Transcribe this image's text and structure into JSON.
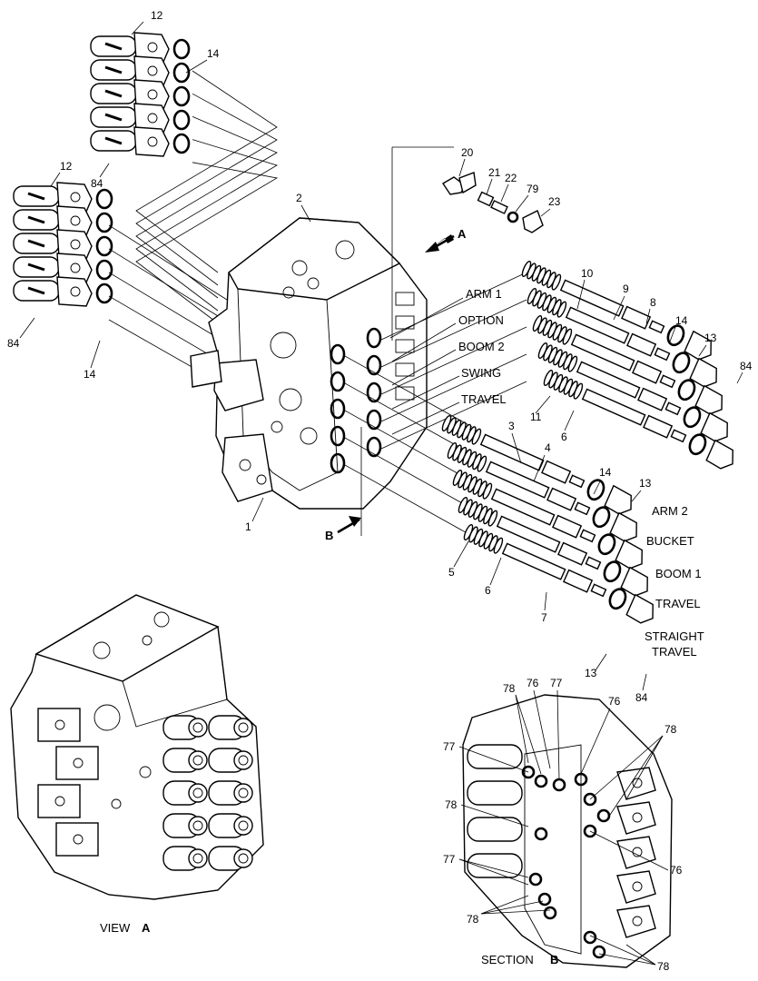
{
  "callouts": {
    "n12a": "12",
    "n14a": "14",
    "n84a": "84",
    "n12b": "12",
    "n84b": "84",
    "n14b": "14",
    "n2": "2",
    "n1": "1",
    "n20": "20",
    "n21": "21",
    "n22": "22",
    "n79": "79",
    "n23": "23",
    "n10": "10",
    "n9": "9",
    "n8": "8",
    "n14c": "14",
    "n13a": "13",
    "n84c": "84",
    "n11": "11",
    "n6a": "6",
    "n3": "3",
    "n4": "4",
    "n14d": "14",
    "n13b": "13",
    "n5": "5",
    "n6b": "6",
    "n7": "7",
    "n13c": "13",
    "n84d": "84",
    "s78a": "78",
    "s76a": "76",
    "s77a": "77",
    "s76b": "76",
    "s78b": "78",
    "s77b": "77",
    "s78c": "78",
    "s76c": "76",
    "s77c": "77",
    "s78d": "78",
    "s78e": "78"
  },
  "section_labels": {
    "arm1": "ARM 1",
    "option": "OPTION",
    "boom2": "BOOM 2",
    "swing": "SWING",
    "travel_upper": "TRAVEL",
    "arm2": "ARM 2",
    "bucket": "BUCKET",
    "boom1": "BOOM 1",
    "travel_lower": "TRAVEL",
    "straight1": "STRAIGHT",
    "straight2": "TRAVEL"
  },
  "view_markers": {
    "a_letter": "A",
    "b_letter": "B",
    "view_a_prefix": "VIEW",
    "view_a_letter": "A",
    "section_b_prefix": "SECTION",
    "section_b_letter": "B"
  }
}
